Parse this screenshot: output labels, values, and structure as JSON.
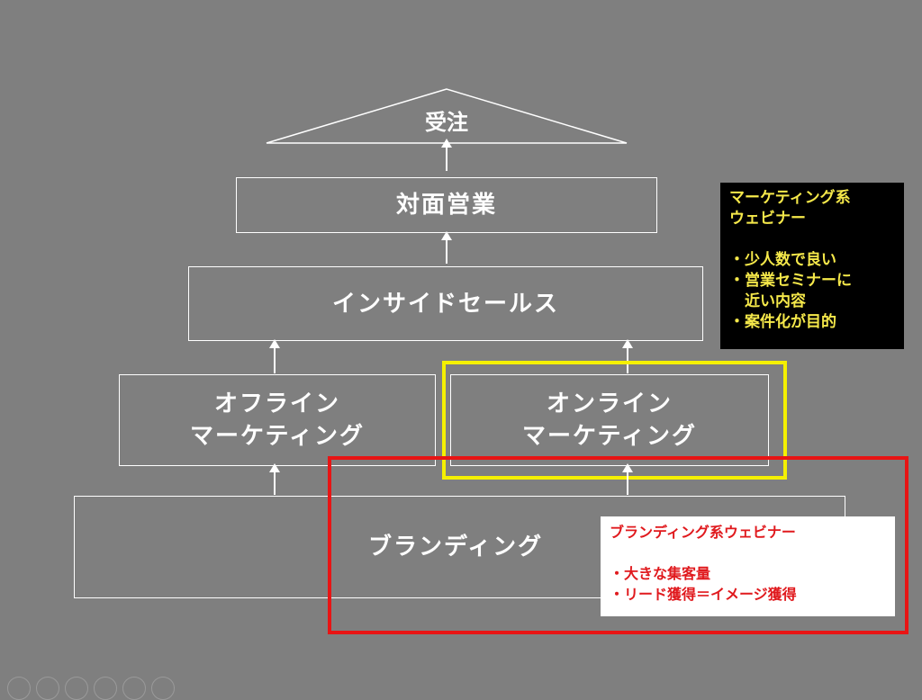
{
  "pyramid": {
    "top": "受注",
    "level2": "対面営業",
    "level3": "インサイドセールス",
    "offline": [
      "オフライン",
      "マーケティング"
    ],
    "online": [
      "オンライン",
      "マーケティング"
    ],
    "base": "ブランディング"
  },
  "marketing_note": {
    "title": [
      "マーケティング系",
      "ウェビナー"
    ],
    "points": [
      "・少人数で良い",
      "・営業セミナーに",
      "　近い内容",
      "・案件化が目的"
    ]
  },
  "branding_note": {
    "title": "ブランディング系ウェビナー",
    "points": [
      "・大きな集客量",
      "・リード獲得＝イメージ獲得"
    ]
  },
  "colors": {
    "highlight_yellow": "#f5f000",
    "highlight_red": "#e81414"
  }
}
